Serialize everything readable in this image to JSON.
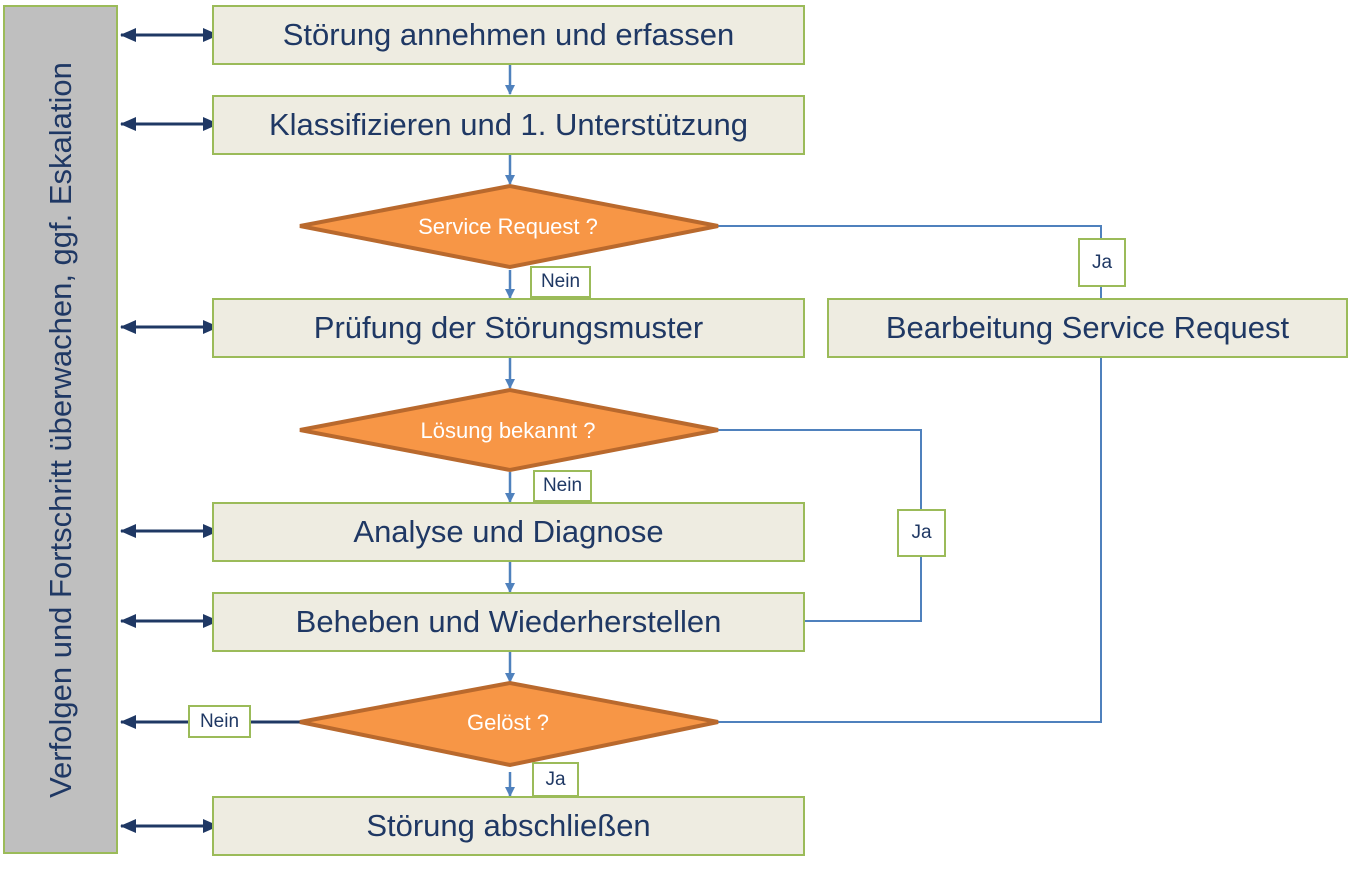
{
  "sidebar": {
    "label": "Verfolgen und Fortschritt überwachen, ggf. Eskalation"
  },
  "steps": [
    {
      "id": "stoerung-annehmen",
      "label": "Störung annehmen und erfassen"
    },
    {
      "id": "klassifizieren",
      "label": "Klassifizieren und 1. Unterstützung"
    },
    {
      "id": "pruefung",
      "label": "Prüfung der Störungsmuster"
    },
    {
      "id": "service-request",
      "label": "Bearbeitung Service Request"
    },
    {
      "id": "analyse",
      "label": "Analyse und Diagnose"
    },
    {
      "id": "beheben",
      "label": "Beheben und Wiederherstellen"
    },
    {
      "id": "abschliessen",
      "label": "Störung abschließen"
    }
  ],
  "decisions": [
    {
      "id": "service-request-q",
      "label": "Service Request ?"
    },
    {
      "id": "loesung-bekannt-q",
      "label": "Lösung bekannt ?"
    },
    {
      "id": "geloest-q",
      "label": "Gelöst ?"
    }
  ],
  "edge_labels": {
    "sr_nein": "Nein",
    "sr_ja": "Ja",
    "lb_nein": "Nein",
    "lb_ja": "Ja",
    "gl_nein": "Nein",
    "gl_ja": "Ja"
  },
  "colors": {
    "box_fill": "#eeece1",
    "box_border": "#9bbb59",
    "decision_fill": "#f79646",
    "decision_border": "#b9692d",
    "flow_line": "#4f81bd",
    "escalation_arrow": "#1f3864",
    "sidebar_fill": "#bfbfbf"
  }
}
